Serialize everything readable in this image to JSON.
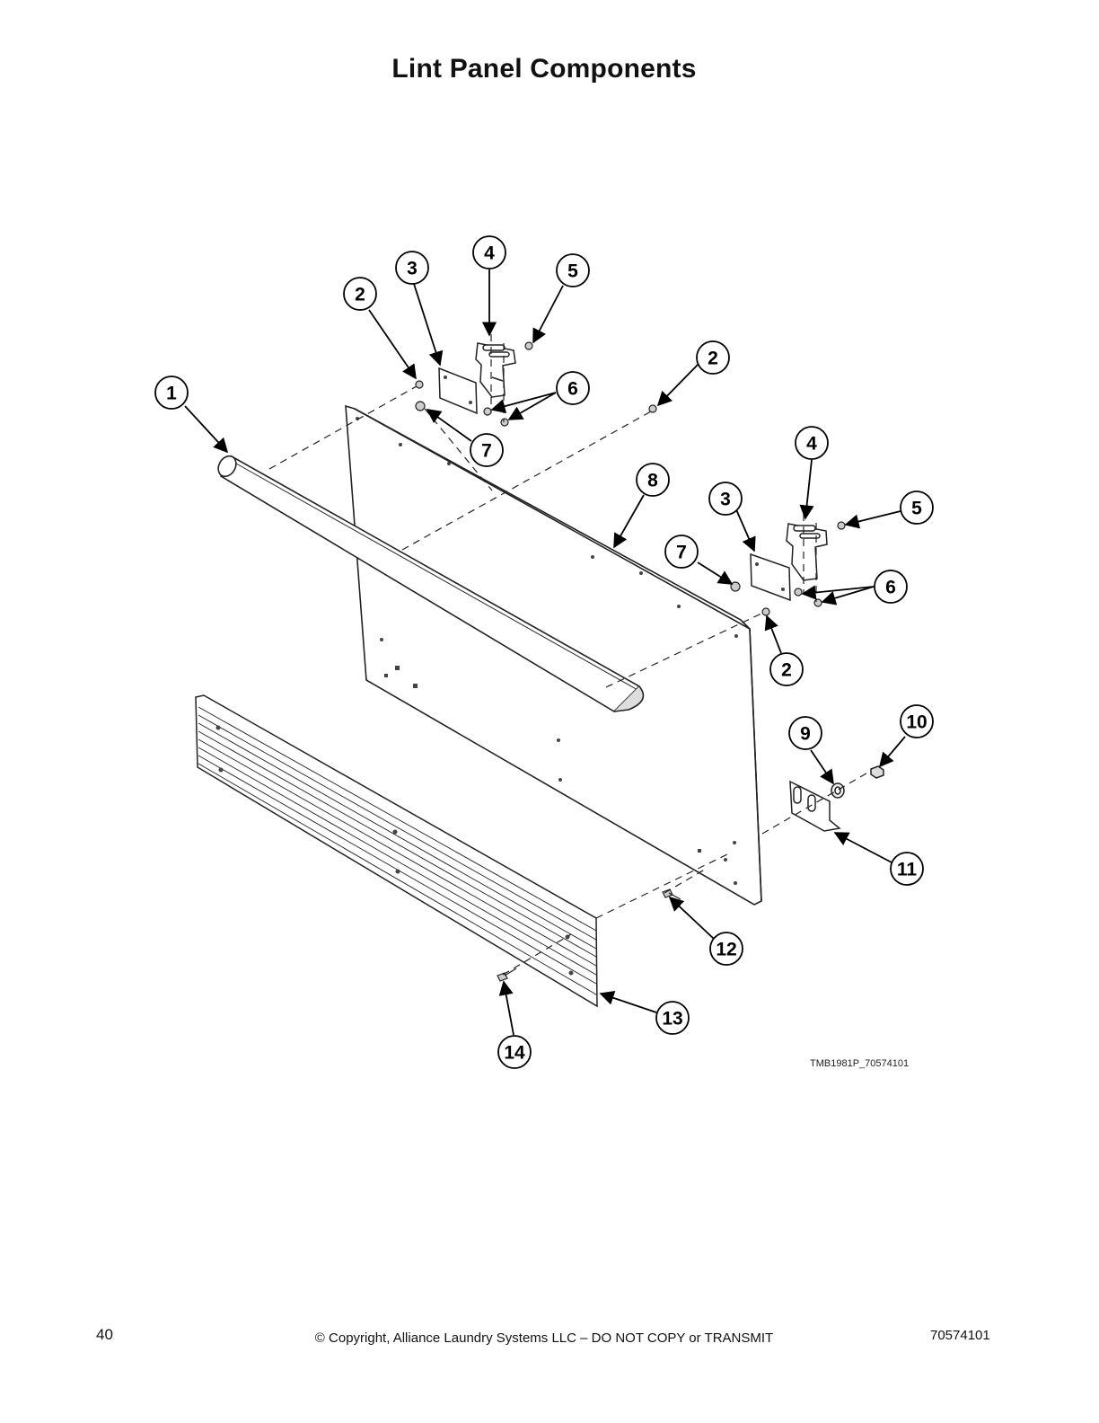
{
  "page": {
    "title": "Lint Panel Components",
    "drawing_id": "TMB1981P_70574101",
    "page_number": "40",
    "copyright": "© Copyright, Alliance Laundry Systems LLC – DO NOT COPY or TRANSMIT",
    "document_number": "70574101"
  },
  "callouts": [
    "1",
    "2",
    "2",
    "2",
    "3",
    "3",
    "4",
    "4",
    "5",
    "5",
    "6",
    "6",
    "7",
    "7",
    "8",
    "9",
    "10",
    "11",
    "12",
    "13",
    "14"
  ]
}
